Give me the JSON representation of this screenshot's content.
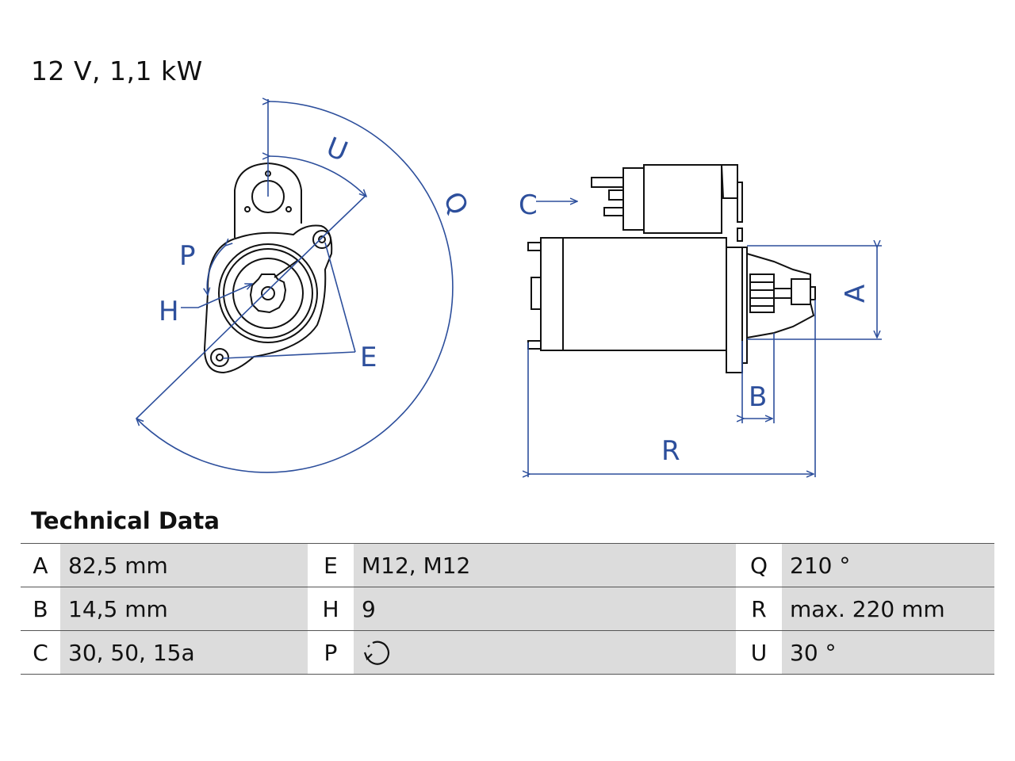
{
  "spec_title": "12 V, 1,1 kW",
  "drawing_labels": {
    "U": "U",
    "Q": "Q",
    "P": "P",
    "H": "H",
    "E": "E",
    "C": "C",
    "A": "A",
    "B": "B",
    "R": "R"
  },
  "technical_data": {
    "heading": "Technical Data",
    "rows": [
      [
        {
          "key": "A",
          "value": "82,5 mm"
        },
        {
          "key": "E",
          "value": "M12, M12"
        },
        {
          "key": "Q",
          "value": "210 °"
        }
      ],
      [
        {
          "key": "B",
          "value": "14,5 mm"
        },
        {
          "key": "H",
          "value": "9"
        },
        {
          "key": "R",
          "value": "max. 220 mm"
        }
      ],
      [
        {
          "key": "C",
          "value": "30, 50, 15a"
        },
        {
          "key": "P",
          "value": "",
          "icon": "rotation-direction-icon"
        },
        {
          "key": "U",
          "value": "30 °"
        }
      ]
    ]
  },
  "colors": {
    "dimension_lines": "#2d4f9c",
    "table_value_bg": "#dcdcdc"
  }
}
